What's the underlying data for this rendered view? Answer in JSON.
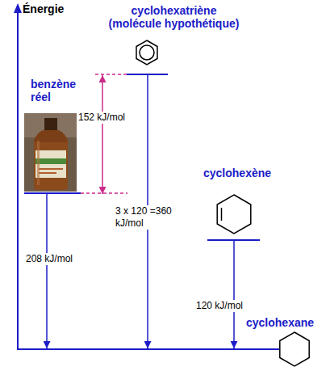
{
  "diagram": {
    "nodes": [
      {
        "text": [
          "cyclohexatriène (molécule hypothétique)"
        ]
      },
      {
        "text": [
          "benzène réel"
        ]
      },
      {
        "text": [
          "cyclohexène"
        ]
      },
      {
        "text": [
          "cyclohexane"
        ]
      }
    ],
    "edges": [
      {
        "from": 0,
        "to": 1,
        "arrow": "both",
        "label": "152 kJ/mol"
      },
      {
        "from": 0,
        "to": 3,
        "arrow": "to",
        "label": "3 x 120 =360 kJ/mol"
      },
      {
        "from": 1,
        "to": 3,
        "arrow": "to",
        "label": "208 kJ/mol"
      },
      {
        "from": 2,
        "to": 3,
        "arrow": "to",
        "label": "120 kJ/mol"
      }
    ],
    "labels": [
      "Énergie"
    ]
  }
}
